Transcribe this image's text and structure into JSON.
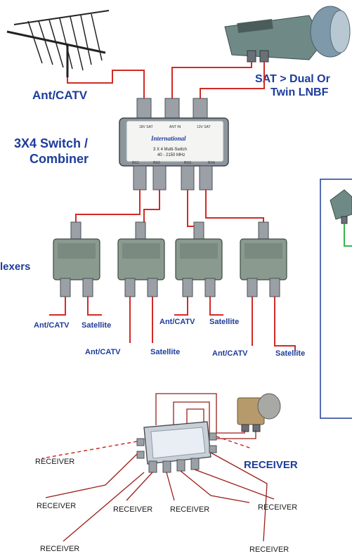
{
  "labels": {
    "ant_catv": "Ant/CATV",
    "sat_lnbf_line1": "SAT > Dual Or",
    "sat_lnbf_line2": "Twin LNBF",
    "switch_line1": "3X4 Switch /",
    "switch_line2": "Combiner",
    "diplexers": "lexers"
  },
  "switch_plate": {
    "brand": "International",
    "model": "3 X 4 Multi-Switch",
    "freq": "40 - 2150 MHz",
    "input_top": [
      "18V SAT",
      "ANT IN",
      "13V SAT"
    ],
    "output_ports": [
      "RX1",
      "RX2",
      "RX3",
      "RX4"
    ]
  },
  "diplexer_outputs": [
    {
      "ant": "Ant/CATV",
      "sat": "Satellite"
    },
    {
      "ant": "Ant/CATV",
      "sat": "Satellite"
    },
    {
      "ant": "Ant/CATV",
      "sat": "Satellite"
    },
    {
      "ant": "Ant/CATV",
      "sat": "Satellite"
    }
  ],
  "receivers": {
    "upper_left": "RECEIVER",
    "upper_right": "RECEIVER",
    "row2": [
      "RECEIVER",
      "RECEIVER",
      "RECEIVER",
      "RECEIVER"
    ],
    "bottom_left": "RECEIVER",
    "bottom_right": "RECEIVER"
  },
  "colors": {
    "cable": "#d22a26",
    "label_blue": "#1d3c9c",
    "lnb_body": "#6f8a86",
    "lnb_horn": "#7d99aa",
    "panel_border": "#1f3c9a",
    "green_cable": "#3ab54a"
  }
}
